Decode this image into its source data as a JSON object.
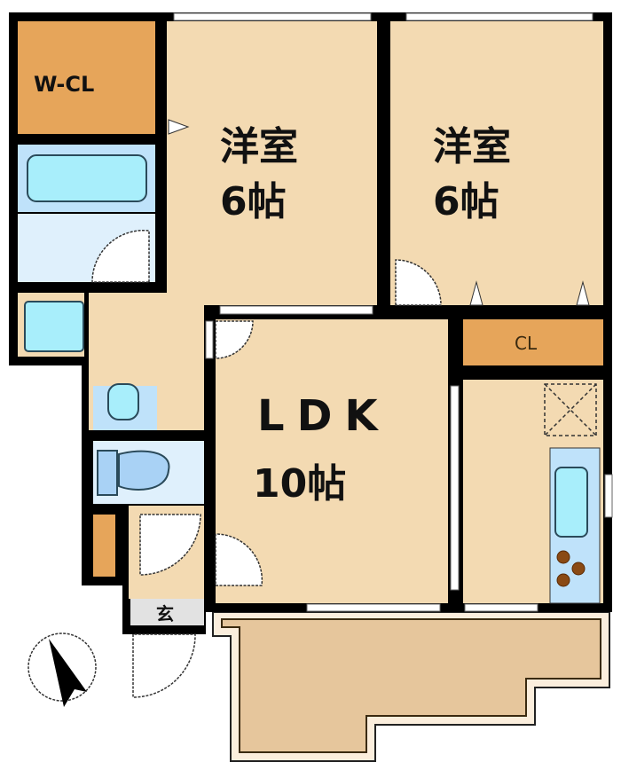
{
  "floorplan": {
    "rooms": {
      "walk_in_closet": {
        "label": "W-CL"
      },
      "western_room_1": {
        "name": "洋室",
        "size": "6帖"
      },
      "western_room_2": {
        "name": "洋室",
        "size": "6帖"
      },
      "ldk": {
        "name": "LDK",
        "size": "10帖"
      },
      "closet": {
        "label": "CL"
      },
      "entrance": {
        "label": "玄"
      }
    },
    "icons": [
      "compass-north-icon",
      "bathtub-icon",
      "toilet-icon",
      "washbasin-icon",
      "kitchen-sink-icon",
      "stove-icon",
      "door-swing-icon"
    ],
    "colors": {
      "room": "#f3dab2",
      "closet": "#e6a55a",
      "wet_area": "#bfe2fa",
      "fixture": "#a8eefb",
      "balcony": "#e6c69c",
      "entrance": "#e2e2e2",
      "wall": "#000000"
    }
  }
}
